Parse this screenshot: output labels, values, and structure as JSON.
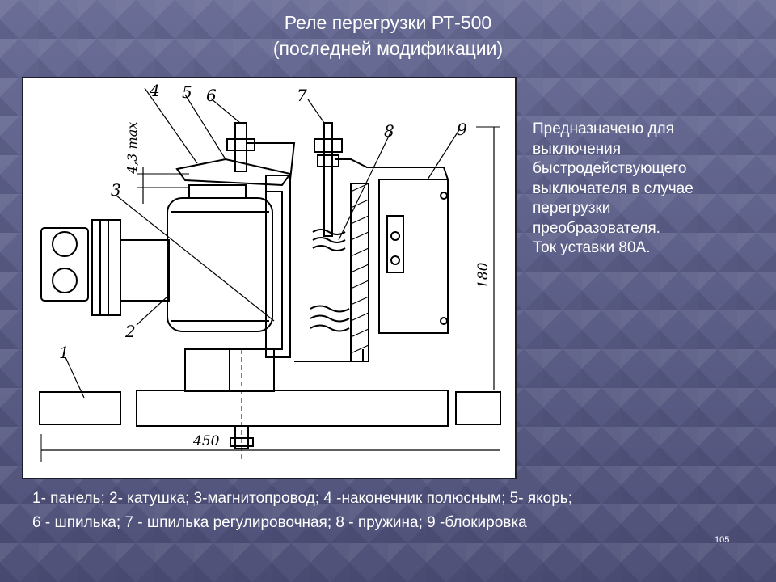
{
  "slide": {
    "title_line1": "Реле перегрузки РТ-500",
    "title_line2": "(последней модификации)",
    "slide_number": "105"
  },
  "description": {
    "lines": [
      "Предназначено для",
      "выключения",
      "быстродействующего",
      "выключателя в случае",
      "перегрузки",
      "преобразователя.",
      "Ток уставки 80А."
    ]
  },
  "legend": {
    "line1": "1- панель; 2- катушка; 3-магнитопровод; 4 -наконечник полюсным; 5- якорь;",
    "line2": "6 - шпилька; 7 - шпилька регулировочная; 8 - пружина; 9 -блокировка"
  },
  "drawing": {
    "part_labels": [
      "1",
      "2",
      "3",
      "4",
      "5",
      "6",
      "7",
      "8",
      "9"
    ],
    "dim_gap": "4,3 max",
    "dim_height": "180",
    "dim_width": "450"
  }
}
